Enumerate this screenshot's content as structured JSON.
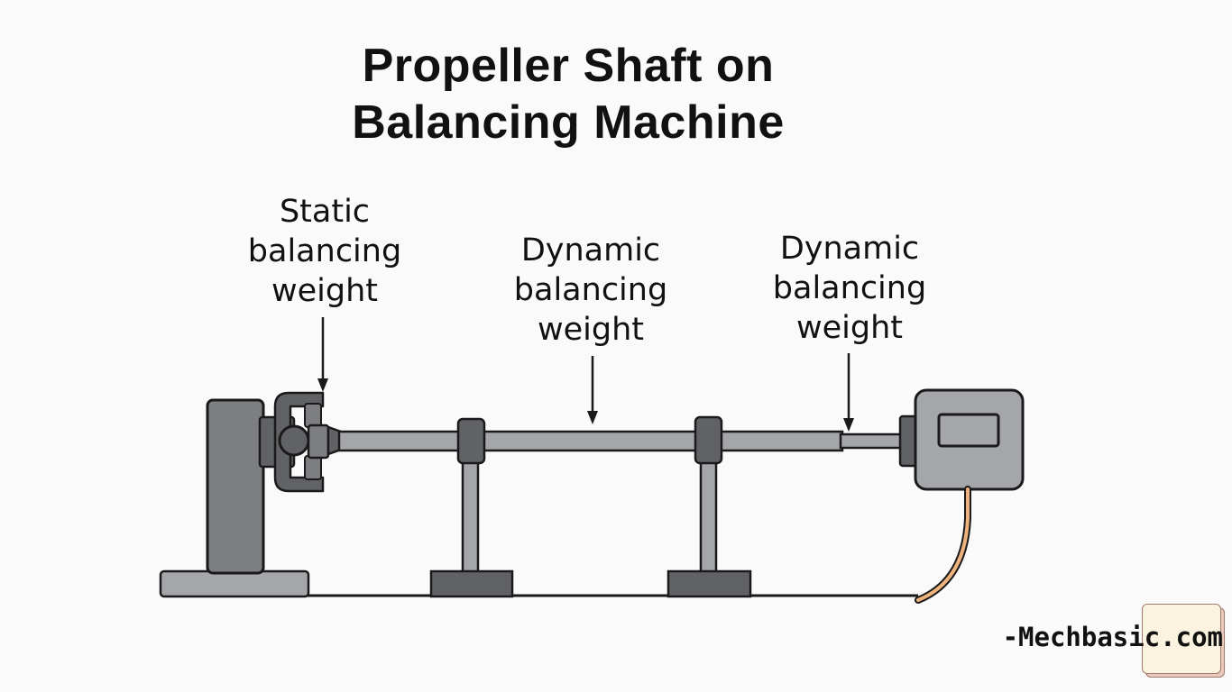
{
  "title": {
    "line1": "Propeller Shaft on",
    "line2": "Balancing Machine"
  },
  "labels": {
    "static_weight": [
      "Static",
      "balancing",
      "weight"
    ],
    "dynamic_weight_center": [
      "Dynamic",
      "balancing",
      "weight"
    ],
    "dynamic_weight_right": [
      "Dynamic",
      "balancing",
      "weight"
    ]
  },
  "watermark": {
    "text": "-Mechbasic.com"
  },
  "colors": {
    "background": "#fafafa",
    "outline": "#1a1a1a",
    "light_gray": "#a4a6aa",
    "medium_gray": "#7c7e82",
    "dark_gray": "#606266",
    "cable": "#eeb27c",
    "ink": "#111111"
  }
}
